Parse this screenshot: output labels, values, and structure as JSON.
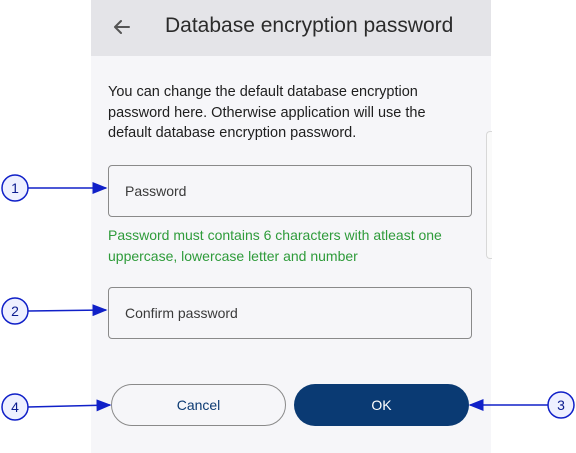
{
  "header": {
    "back_icon": "arrow-left-icon",
    "title": "Database encryption password"
  },
  "description": "You can change the default database encryption password here. Otherwise application will use the default database encryption password.",
  "password_field": {
    "placeholder": "Password",
    "value": ""
  },
  "password_hint": "Password must contains 6 characters with atleast one uppercase, lowercase letter and number",
  "confirm_field": {
    "placeholder": "Confirm password",
    "value": ""
  },
  "buttons": {
    "cancel": "Cancel",
    "ok": "OK"
  },
  "callouts": {
    "c1": "1",
    "c2": "2",
    "c3": "3",
    "c4": "4",
    "color": "#1020c8"
  },
  "colors": {
    "hint": "#2e9b3a",
    "primary": "#0a3a73",
    "header_bg": "#e4e4e8"
  }
}
